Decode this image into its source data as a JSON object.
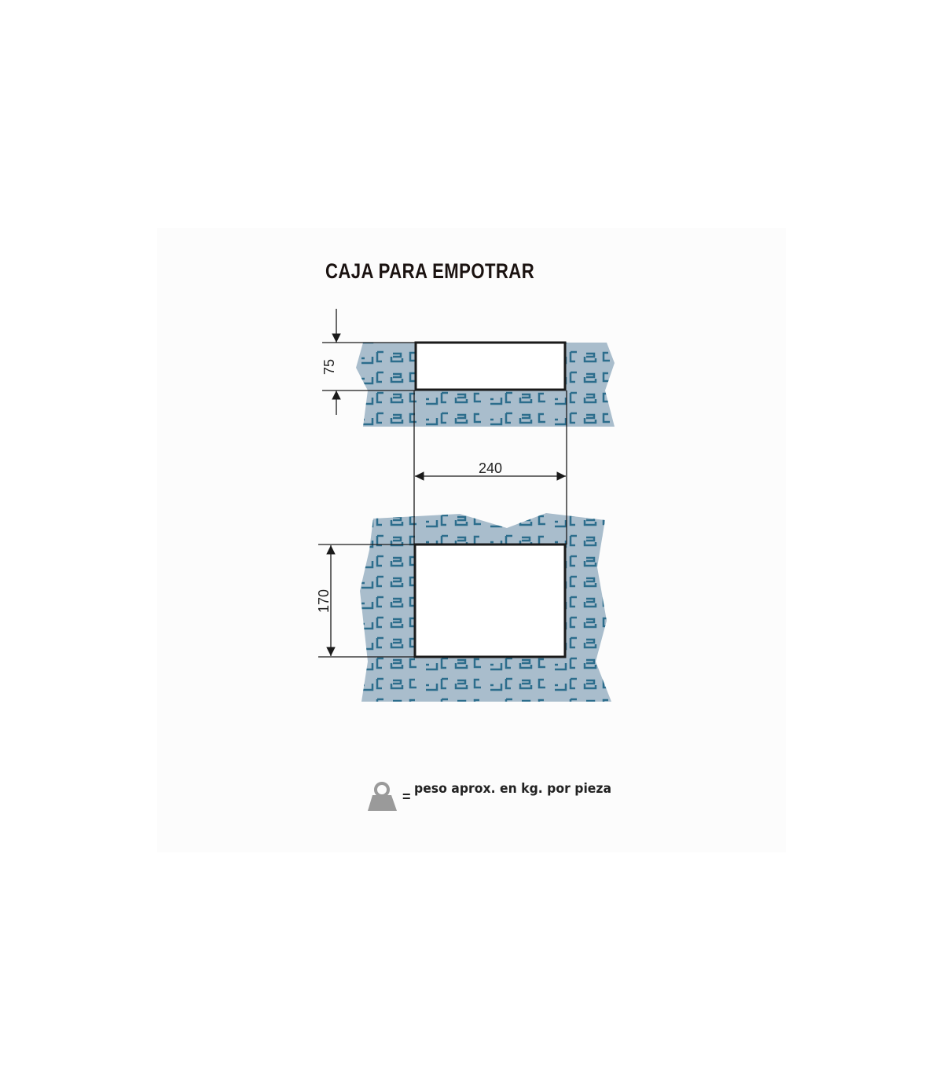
{
  "title": "CAJA PARA EMPOTRAR",
  "dimensions": {
    "top_height": "75",
    "width": "240",
    "bottom_height": "170"
  },
  "legend": {
    "icon": "weight-icon",
    "equals": "=",
    "text": "peso aprox. en kg. por pieza"
  },
  "colors": {
    "wall": "#a9bdcc",
    "wall_pattern": "#2c6d8c",
    "line": "#1a1a1a"
  }
}
